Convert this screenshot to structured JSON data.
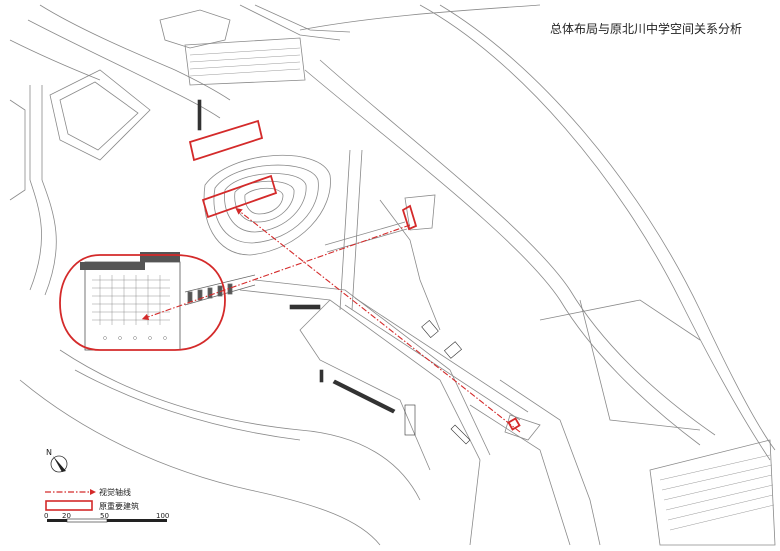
{
  "title": "总体布局与原北川中学空间关系分析",
  "legend": {
    "view_axis": "视觉轴线",
    "original_buildings": "原重要建筑"
  },
  "north_label": "N",
  "scale_bar": {
    "ticks": [
      "0",
      "20",
      "50",
      "100"
    ]
  },
  "colors": {
    "red": "#d42a2a",
    "line": "#8a8a8a",
    "dark": "#333333"
  },
  "icons": {
    "north": "north-arrow-icon"
  }
}
